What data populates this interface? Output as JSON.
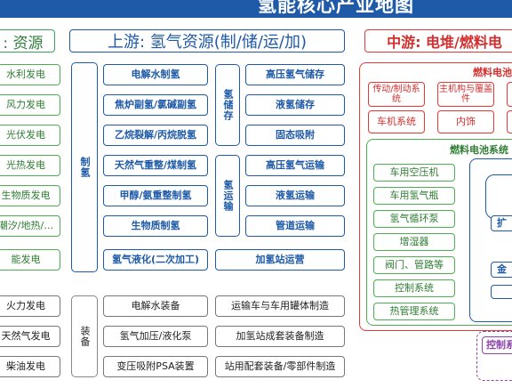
{
  "title": "氢能核心产业地图",
  "headers": {
    "energy": ": 资源",
    "upstream": "上游: 氢气资源(制/储/运/加)",
    "midstream": "中游: 电堆/燃料电"
  },
  "energy_green": [
    "水利发电",
    "风力发电",
    "光伏发电",
    "光热发电",
    "生物质发电",
    "潮汐/地热/…",
    "能发电"
  ],
  "energy_gray": [
    "火力发电",
    "天然气发电",
    "柴油发电"
  ],
  "production_label": "制氢",
  "production": [
    "电解水制氢",
    "焦炉副氢/氯碱副氢",
    "乙烷裂解/丙烷脱氢",
    "天然气重整/煤制氢",
    "甲醇/氨重整制氢",
    "生物质制氢",
    "氢气液化(二次加工)"
  ],
  "storage_label": "氢储存",
  "storage": [
    "高压氢气储存",
    "液氢储存",
    "固态吸附"
  ],
  "transport_label": "氢运输",
  "transport": [
    "高压氢气运输",
    "液氢运输",
    "管道运输"
  ],
  "station": "加氢站运营",
  "equipment_label": "装备",
  "equipment": [
    "电解水装备",
    "运输车与车用罐体制造",
    "氢气加压/液化泵",
    "加氢站成套装备制造",
    "变压吸附PSA装置",
    "站用配套装备/零部件制造"
  ],
  "midstream": {
    "outer_title": "燃料电池",
    "red_items": [
      "传动/制动系统",
      "主机构与覆盖件",
      "车机系统",
      "内饰"
    ],
    "system_title": "燃料电池系统",
    "system_items": [
      "车用空压机",
      "车用氢气瓶",
      "氢气循环泵",
      "增湿器",
      "阀门、管路等",
      "控制系统",
      "热管理系统"
    ],
    "stack_items": [
      "扩",
      "金"
    ],
    "control_label": "控制系"
  }
}
